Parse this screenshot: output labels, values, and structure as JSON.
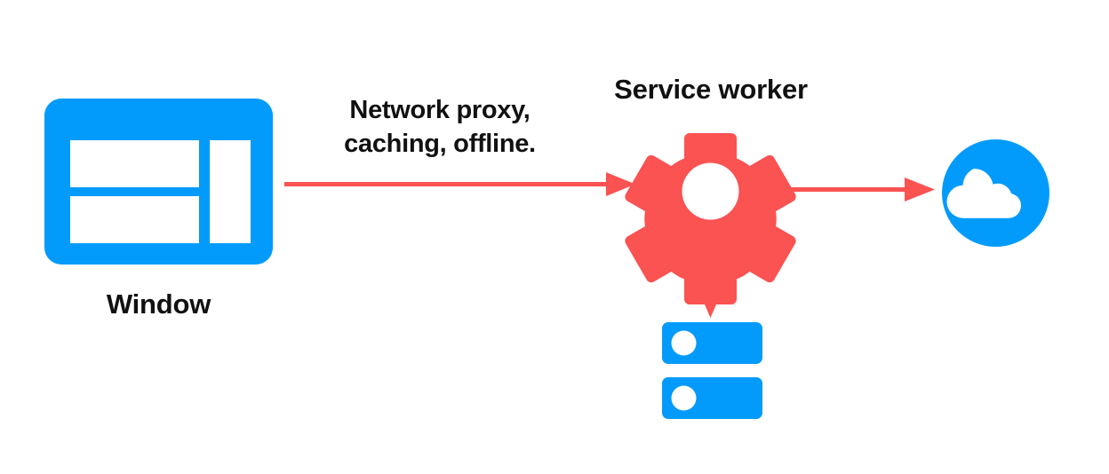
{
  "diagram": {
    "title": "Service worker network proxy diagram",
    "background": "#ffffff",
    "colors": {
      "blue": "#039BFB",
      "red": "#FB5252",
      "text": "#111111",
      "white": "#ffffff"
    },
    "nodes": [
      {
        "id": "window",
        "icon": "browser-window-icon",
        "label": "Window",
        "color": "#039BFB"
      },
      {
        "id": "service-worker",
        "icon": "gear-icon",
        "label": "Service worker",
        "color": "#FB5252"
      },
      {
        "id": "network",
        "icon": "cloud-icon",
        "label": "",
        "color": "#039BFB"
      },
      {
        "id": "cache-storage",
        "icon": "server-storage-icon",
        "label": "",
        "color": "#039BFB"
      }
    ],
    "edges": [
      {
        "id": "window-to-service-worker",
        "from": "window",
        "to": "service-worker",
        "direction": "right",
        "color": "#FB5252",
        "caption_line_1": "Network proxy,",
        "caption_line_2": "caching, offline."
      },
      {
        "id": "service-worker-to-network",
        "from": "service-worker",
        "to": "network",
        "direction": "right",
        "color": "#FB5252",
        "caption_line_1": "",
        "caption_line_2": ""
      },
      {
        "id": "service-worker-to-cache",
        "from": "service-worker",
        "to": "cache-storage",
        "direction": "down",
        "color": "#FB5252",
        "caption_line_1": "",
        "caption_line_2": ""
      }
    ]
  }
}
